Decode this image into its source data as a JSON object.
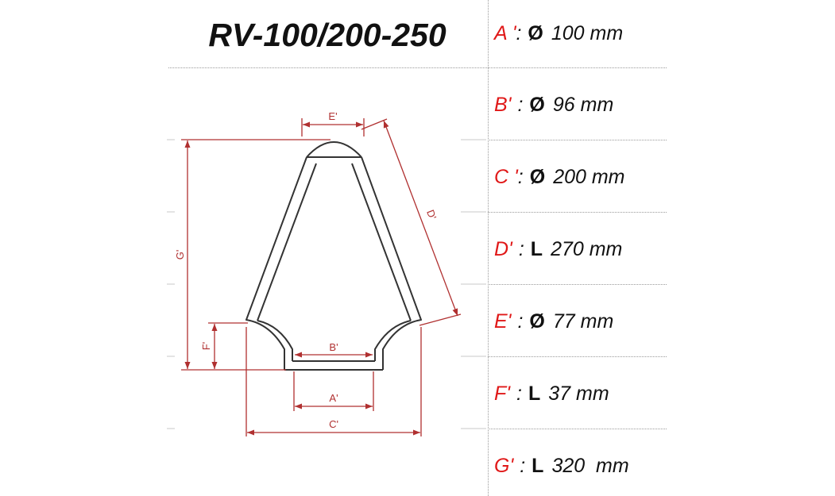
{
  "title": "RV-100/200-250",
  "specs": [
    {
      "letter": "A '",
      "sep": ":",
      "symbol": "Ø",
      "value": "100 mm"
    },
    {
      "letter": "B'",
      "sep": ":",
      "symbol": "Ø",
      "value": "96 mm"
    },
    {
      "letter": "C '",
      "sep": ":",
      "symbol": "Ø",
      "value": "200 mm"
    },
    {
      "letter": "D'",
      "sep": ":",
      "symbol": "L",
      "value": "270 mm"
    },
    {
      "letter": "E'",
      "sep": ":",
      "symbol": "Ø",
      "value": "77 mm"
    },
    {
      "letter": "F'",
      "sep": ":",
      "symbol": "L",
      "value": "37 mm"
    },
    {
      "letter": "G'",
      "sep": ":",
      "symbol": "L",
      "value": "320  mm"
    }
  ],
  "dimension_labels": {
    "a": "A'",
    "b": "B'",
    "c": "C'",
    "d": "D'",
    "e": "E'",
    "f": "F'",
    "g": "G'"
  },
  "colors": {
    "dimension": "#b03030",
    "letter": "#e01818",
    "outline": "#333333"
  }
}
